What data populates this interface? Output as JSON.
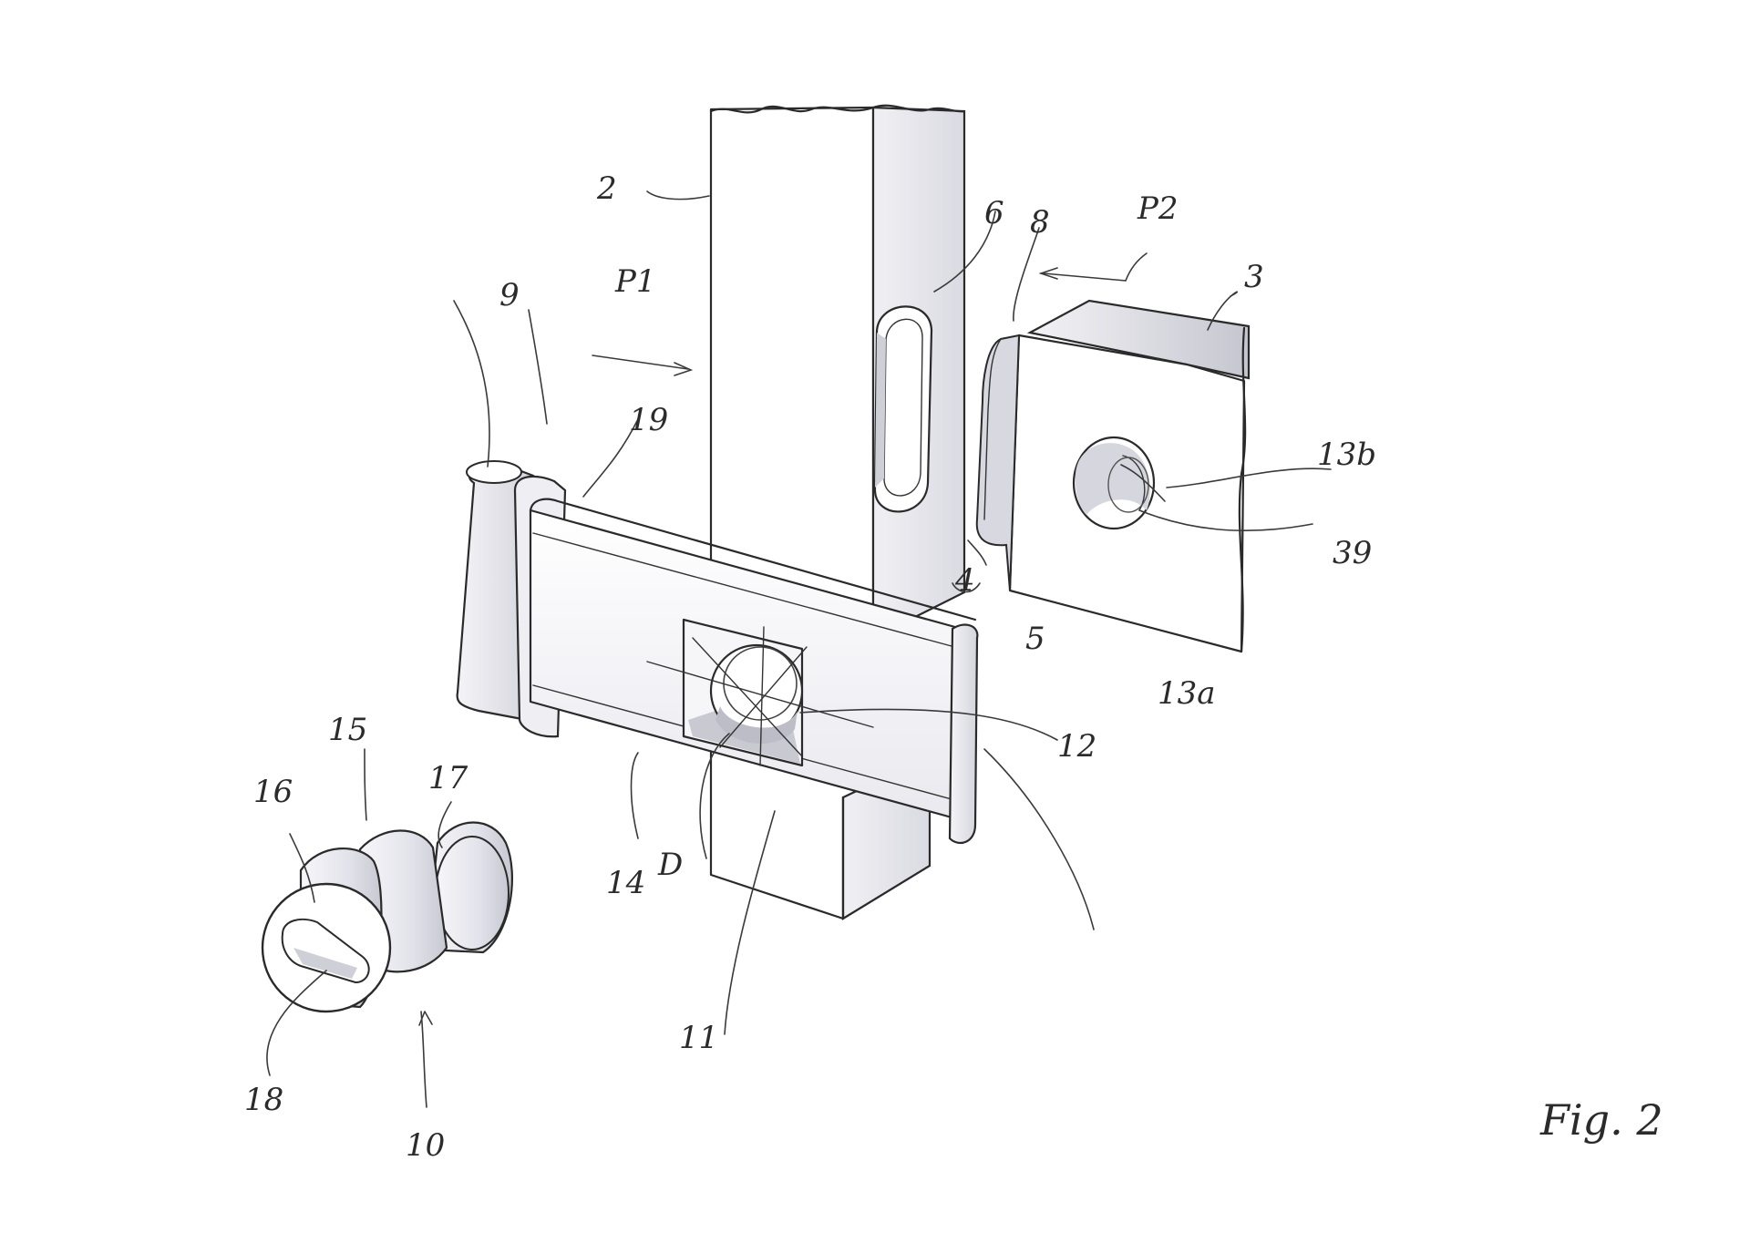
{
  "figure": {
    "label": "Fig. 2"
  },
  "colors": {
    "ink": "#2a2a2a",
    "shade_light": "#f2f2f6",
    "shade_mid": "#dcdce4",
    "shade_dark": "#bcbcc6",
    "paper": "#ffffff"
  },
  "labels": {
    "l2": "2",
    "l3": "3",
    "l4": "4",
    "l5": "5",
    "l6": "6",
    "l8": "8",
    "l9": "9",
    "l10": "10",
    "l11": "11",
    "l12": "12",
    "l13a": "13a",
    "l13b": "13b",
    "l14": "14",
    "l15": "15",
    "l16": "16",
    "l17": "17",
    "l18": "18",
    "l19": "19",
    "l39": "39",
    "lD": "D",
    "lP1": "P1",
    "lP2": "P2"
  }
}
